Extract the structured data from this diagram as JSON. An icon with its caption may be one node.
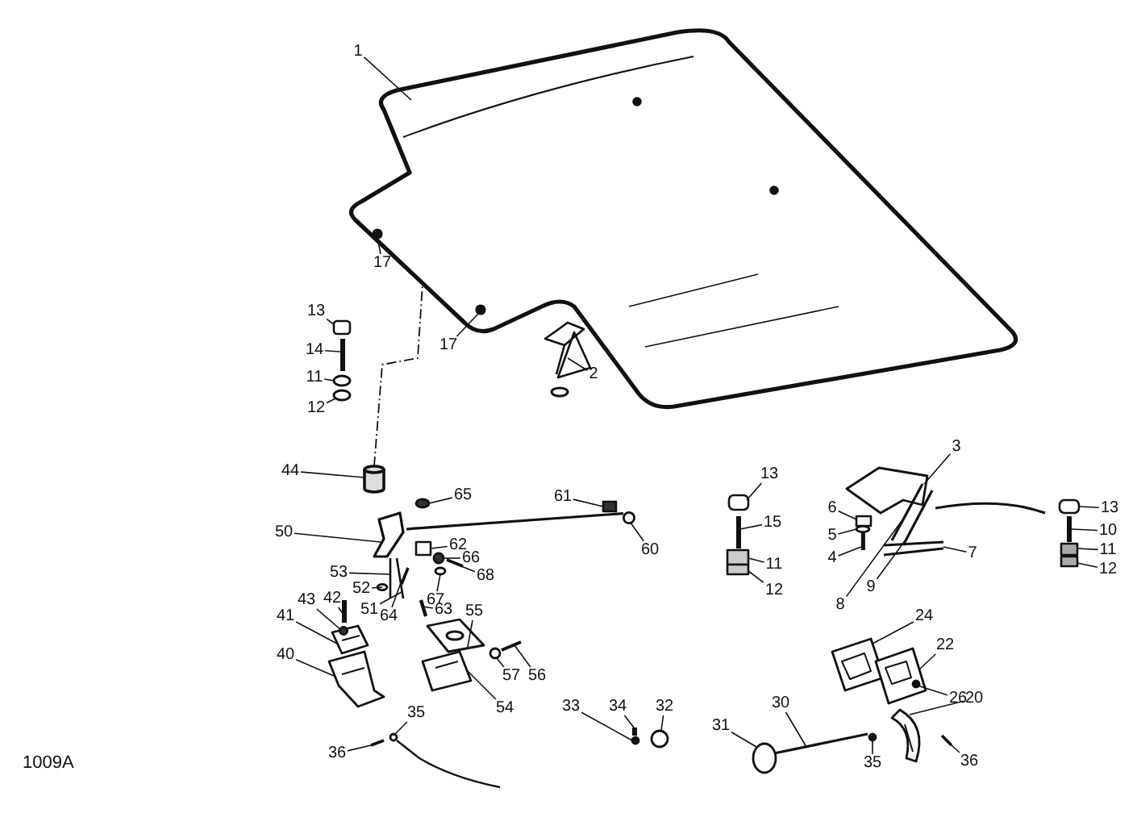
{
  "diagram": {
    "nodes": [
      {
        "text": [
          "1"
        ]
      },
      {
        "text": [
          "17"
        ]
      },
      {
        "text": [
          "17"
        ]
      },
      {
        "text": [
          "2"
        ]
      },
      {
        "text": [
          "13"
        ]
      },
      {
        "text": [
          "14"
        ]
      },
      {
        "text": [
          "11"
        ]
      },
      {
        "text": [
          "12"
        ]
      },
      {
        "text": [
          "44"
        ]
      },
      {
        "text": [
          "65"
        ]
      },
      {
        "text": [
          "61"
        ]
      },
      {
        "text": [
          "60"
        ]
      },
      {
        "text": [
          "50"
        ]
      },
      {
        "text": [
          "62"
        ]
      },
      {
        "text": [
          "66"
        ]
      },
      {
        "text": [
          "68"
        ]
      },
      {
        "text": [
          "67"
        ]
      },
      {
        "text": [
          "53"
        ]
      },
      {
        "text": [
          "52"
        ]
      },
      {
        "text": [
          "51"
        ]
      },
      {
        "text": [
          "64"
        ]
      },
      {
        "text": [
          "63"
        ]
      },
      {
        "text": [
          "43"
        ]
      },
      {
        "text": [
          "42"
        ]
      },
      {
        "text": [
          "41"
        ]
      },
      {
        "text": [
          "40"
        ]
      },
      {
        "text": [
          "55"
        ]
      },
      {
        "text": [
          "57"
        ]
      },
      {
        "text": [
          "56"
        ]
      },
      {
        "text": [
          "54"
        ]
      },
      {
        "text": [
          "35"
        ]
      },
      {
        "text": [
          "36"
        ]
      },
      {
        "text": [
          "33"
        ]
      },
      {
        "text": [
          "34"
        ]
      },
      {
        "text": [
          "32"
        ]
      },
      {
        "text": [
          "13"
        ]
      },
      {
        "text": [
          "15"
        ]
      },
      {
        "text": [
          "11"
        ]
      },
      {
        "text": [
          "12"
        ]
      },
      {
        "text": [
          "3"
        ]
      },
      {
        "text": [
          "6"
        ]
      },
      {
        "text": [
          "5"
        ]
      },
      {
        "text": [
          "4"
        ]
      },
      {
        "text": [
          "7"
        ]
      },
      {
        "text": [
          "8"
        ]
      },
      {
        "text": [
          "9"
        ]
      },
      {
        "text": [
          "13"
        ]
      },
      {
        "text": [
          "10"
        ]
      },
      {
        "text": [
          "11"
        ]
      },
      {
        "text": [
          "12"
        ]
      },
      {
        "text": [
          "24"
        ]
      },
      {
        "text": [
          "22"
        ]
      },
      {
        "text": [
          "26"
        ]
      },
      {
        "text": [
          "20"
        ]
      },
      {
        "text": [
          "30"
        ]
      },
      {
        "text": [
          "31"
        ]
      },
      {
        "text": [
          "35"
        ]
      },
      {
        "text": [
          "36"
        ]
      },
      {
        "text": [],
        "shape": "picture"
      },
      {
        "text": [],
        "shape": "circle",
        "in": 58
      },
      {
        "text": [],
        "shape": "circle",
        "in": 58
      },
      {
        "text": [],
        "shape": "picture"
      },
      {
        "text": [],
        "shape": "box"
      },
      {
        "text": [],
        "shape": "bar"
      },
      {
        "text": [],
        "shape": "circle"
      },
      {
        "text": [],
        "shape": "circle"
      },
      {
        "text": [],
        "shape": "cylinder"
      },
      {
        "text": [],
        "shape": "circle"
      },
      {
        "text": [],
        "shape": "box"
      },
      {
        "text": [],
        "shape": "picture"
      },
      {
        "text": [],
        "shape": "picture"
      },
      {
        "text": [],
        "shape": "box"
      },
      {
        "text": [],
        "shape": "circle"
      },
      {
        "text": [],
        "shape": "bar"
      },
      {
        "text": [],
        "shape": "circle"
      },
      {
        "text": [],
        "shape": "bar"
      },
      {
        "text": [],
        "shape": "circle"
      },
      {
        "text": [],
        "shape": "bar"
      },
      {
        "text": [],
        "shape": "bar"
      },
      {
        "text": [],
        "shape": "bar"
      },
      {
        "text": [],
        "shape": "picture"
      },
      {
        "text": [],
        "shape": "bar"
      },
      {
        "text": [],
        "shape": "circle",
        "in": 80
      },
      {
        "text": [],
        "shape": "picture"
      },
      {
        "text": [],
        "shape": "picture"
      },
      {
        "text": [],
        "shape": "circle"
      },
      {
        "text": [],
        "shape": "bar"
      },
      {
        "text": [],
        "shape": "picture"
      },
      {
        "text": [],
        "shape": "picture"
      },
      {
        "text": [],
        "shape": "bar"
      },
      {
        "text": [],
        "shape": "circle"
      },
      {
        "text": [],
        "shape": "bar"
      },
      {
        "text": [],
        "shape": "circle"
      },
      {
        "text": [],
        "shape": "box"
      },
      {
        "text": [],
        "shape": "bar"
      },
      {
        "text": [],
        "shape": "box"
      },
      {
        "text": [],
        "shape": "box"
      },
      {
        "text": [],
        "shape": "picture"
      },
      {
        "text": [],
        "shape": "box"
      },
      {
        "text": [],
        "shape": "circle"
      },
      {
        "text": [],
        "shape": "bar"
      },
      {
        "text": [],
        "shape": "picture"
      },
      {
        "text": [],
        "shape": "bar"
      },
      {
        "text": [],
        "shape": "bar"
      },
      {
        "text": [],
        "shape": "box"
      },
      {
        "text": [],
        "shape": "bar"
      },
      {
        "text": [],
        "shape": "box"
      },
      {
        "text": [],
        "shape": "box"
      },
      {
        "text": [],
        "shape": "picture"
      },
      {
        "text": [],
        "shape": "picture"
      },
      {
        "text": [],
        "shape": "circle",
        "in": 109
      },
      {
        "text": [],
        "shape": "picture"
      },
      {
        "text": [],
        "shape": "bar"
      },
      {
        "text": [],
        "shape": "circle"
      },
      {
        "text": [],
        "shape": "circle"
      },
      {
        "text": [],
        "shape": "bar"
      }
    ],
    "edges": [
      {
        "from": 0,
        "to": 58,
        "arrow": "none"
      },
      {
        "from": 1,
        "to": 59,
        "arrow": "none"
      },
      {
        "from": 2,
        "to": 60,
        "arrow": "none"
      },
      {
        "from": 3,
        "to": 61,
        "arrow": "none"
      },
      {
        "from": 4,
        "to": 62,
        "arrow": "none"
      },
      {
        "from": 5,
        "to": 63,
        "arrow": "none"
      },
      {
        "from": 6,
        "to": 64,
        "arrow": "none"
      },
      {
        "from": 7,
        "to": 65,
        "arrow": "none"
      },
      {
        "from": 8,
        "to": 66,
        "arrow": "none"
      },
      {
        "from": 9,
        "to": 67,
        "arrow": "none"
      },
      {
        "from": 10,
        "to": 68,
        "arrow": "none"
      },
      {
        "from": 11,
        "to": 69,
        "arrow": "none"
      },
      {
        "from": 12,
        "to": 70,
        "arrow": "none"
      },
      {
        "from": 13,
        "to": 71,
        "arrow": "none"
      },
      {
        "from": 14,
        "to": 72,
        "arrow": "none"
      },
      {
        "from": 15,
        "to": 73,
        "arrow": "none"
      },
      {
        "from": 16,
        "to": 74,
        "arrow": "none"
      },
      {
        "from": 17,
        "to": 75,
        "arrow": "none"
      },
      {
        "from": 18,
        "to": 76,
        "arrow": "none"
      },
      {
        "from": 19,
        "to": 77,
        "arrow": "none"
      },
      {
        "from": 20,
        "to": 78,
        "arrow": "none"
      },
      {
        "from": 21,
        "to": 79,
        "arrow": "none"
      },
      {
        "from": 22,
        "to": 82,
        "arrow": "none"
      },
      {
        "from": 23,
        "to": 81,
        "arrow": "none"
      },
      {
        "from": 24,
        "to": 80,
        "arrow": "none"
      },
      {
        "from": 25,
        "to": 83,
        "arrow": "none"
      },
      {
        "from": 26,
        "to": 84,
        "arrow": "none"
      },
      {
        "from": 27,
        "to": 85,
        "arrow": "none"
      },
      {
        "from": 28,
        "to": 86,
        "arrow": "none"
      },
      {
        "from": 29,
        "to": 87,
        "arrow": "none"
      },
      {
        "from": 30,
        "to": 88,
        "arrow": "none"
      },
      {
        "from": 31,
        "to": 89,
        "arrow": "none"
      },
      {
        "from": 32,
        "to": 90,
        "arrow": "none"
      },
      {
        "from": 33,
        "to": 91,
        "arrow": "none"
      },
      {
        "from": 34,
        "to": 92,
        "arrow": "none"
      },
      {
        "from": 35,
        "to": 93,
        "arrow": "none"
      },
      {
        "from": 36,
        "to": 94,
        "arrow": "none"
      },
      {
        "from": 37,
        "to": 95,
        "arrow": "none"
      },
      {
        "from": 38,
        "to": 96,
        "arrow": "none"
      },
      {
        "from": 39,
        "to": 97,
        "arrow": "none"
      },
      {
        "from": 40,
        "to": 98,
        "arrow": "none"
      },
      {
        "from": 41,
        "to": 99,
        "arrow": "none"
      },
      {
        "from": 42,
        "to": 100,
        "arrow": "none"
      },
      {
        "from": 43,
        "to": 101,
        "arrow": "none"
      },
      {
        "from": 44,
        "to": 102,
        "arrow": "none"
      },
      {
        "from": 45,
        "to": 103,
        "arrow": "none"
      },
      {
        "from": 46,
        "to": 104,
        "arrow": "none"
      },
      {
        "from": 47,
        "to": 105,
        "arrow": "none"
      },
      {
        "from": 48,
        "to": 106,
        "arrow": "none"
      },
      {
        "from": 49,
        "to": 107,
        "arrow": "none"
      },
      {
        "from": 50,
        "to": 108,
        "arrow": "none"
      },
      {
        "from": 51,
        "to": 109,
        "arrow": "none"
      },
      {
        "from": 52,
        "to": 110,
        "arrow": "none"
      },
      {
        "from": 53,
        "to": 111,
        "arrow": "none"
      },
      {
        "from": 54,
        "to": 112,
        "arrow": "none"
      },
      {
        "from": 55,
        "to": 113,
        "arrow": "none"
      },
      {
        "from": 56,
        "to": 114,
        "arrow": "none"
      },
      {
        "from": 57,
        "to": 115,
        "arrow": "none"
      },
      {
        "from": 66,
        "to": 58,
        "arrow": "none",
        "style": "dashed"
      }
    ],
    "labels": [
      "1009A"
    ]
  }
}
